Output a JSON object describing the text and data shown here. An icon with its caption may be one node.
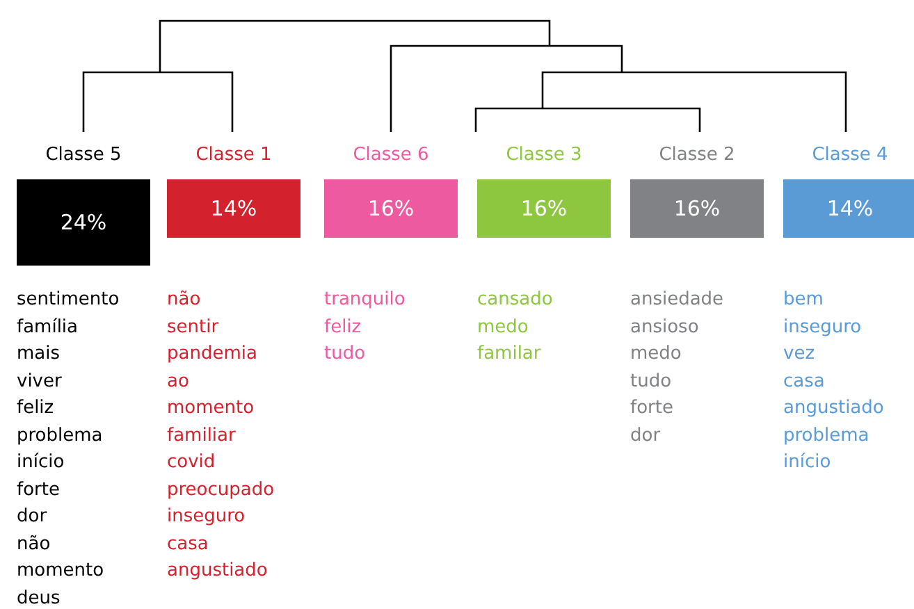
{
  "diagram": {
    "nodes": [
      {
        "text": [
          "Classe 5",
          "24%"
        ],
        "beside": [
          "sentimento",
          "família",
          "mais",
          "viver",
          "feliz",
          "problema",
          "início",
          "forte",
          "dor",
          "não",
          "momento",
          "deus"
        ]
      },
      {
        "text": [
          "Classe 1",
          "14%"
        ],
        "beside": [
          "não",
          "sentir",
          "pandemia",
          "ao",
          "momento",
          "familiar",
          "covid",
          "preocupado",
          "inseguro",
          "casa",
          "angustiado"
        ]
      },
      {
        "text": [
          "Classe 6",
          "16%"
        ],
        "beside": [
          "tranquilo",
          "feliz",
          "tudo"
        ]
      },
      {
        "text": [
          "Classe 3",
          "16%"
        ],
        "beside": [
          "cansado",
          "medo",
          "familar"
        ]
      },
      {
        "text": [
          "Classe 2",
          "16%"
        ],
        "beside": [
          "ansiedade",
          "ansioso",
          "medo",
          "tudo",
          "forte",
          "dor"
        ]
      },
      {
        "text": [
          "Classe 4",
          "14%"
        ],
        "beside": [
          "bem",
          "inseguro",
          "vez",
          "casa",
          "angustiado",
          "problema",
          "início"
        ]
      }
    ]
  }
}
